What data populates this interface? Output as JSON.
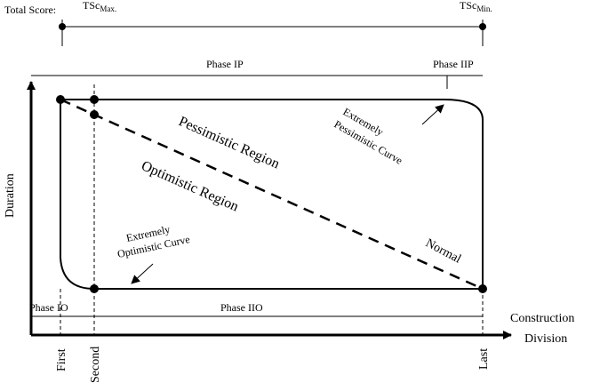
{
  "total_score": {
    "label": "Total Score:",
    "max_label": "TSc",
    "max_sub": "Max.",
    "min_label": "TSc",
    "min_sub": "Min."
  },
  "phases": {
    "ip": "Phase IP",
    "iip": "Phase IIP",
    "io": "Phase IO",
    "iio": "Phase IIO"
  },
  "axes": {
    "y_label": "Duration",
    "x_label_line1": "Construction",
    "x_label_line2": "Division"
  },
  "x_ticks": {
    "first": "First",
    "second": "Second",
    "last": "Last"
  },
  "regions": {
    "pessimistic": "Pessimistic Region",
    "optimistic": "Optimistic Region",
    "normal": "Normal"
  },
  "curves": {
    "ext_pess_line1": "Extremely",
    "ext_pess_line2": "Pessimistic Curve",
    "ext_opt_line1": "Extremely",
    "ext_opt_line2": "Optimistic Curve"
  },
  "colors": {
    "ink": "#000000",
    "background": "#ffffff"
  }
}
